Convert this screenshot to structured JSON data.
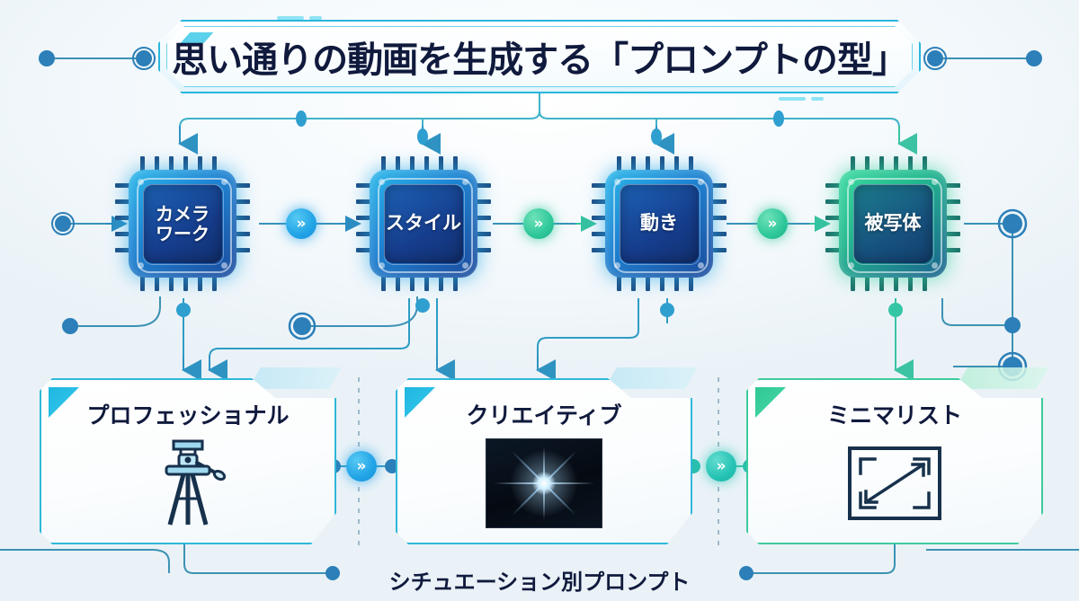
{
  "title": {
    "text": "思い通りの動画を生成する「プロンプトの型」"
  },
  "pipeline": {
    "nodes": [
      {
        "id": "camera-work",
        "label_line1": "カメラ",
        "label_line2": "ワーク",
        "color": "#1f86d4",
        "accent": "blue"
      },
      {
        "id": "style",
        "label_line1": "スタイル",
        "label_line2": "",
        "color": "#1f86d4",
        "accent": "blue"
      },
      {
        "id": "motion",
        "label_line1": "動き",
        "label_line2": "",
        "color": "#1f86d4",
        "accent": "blue"
      },
      {
        "id": "subject",
        "label_line1": "被写体",
        "label_line2": "",
        "color": "#23b98f",
        "accent": "green"
      }
    ],
    "connectors": [
      {
        "id": "conn-1",
        "glyph": "»",
        "color": "#21a3e6",
        "accent": "b"
      },
      {
        "id": "conn-2",
        "glyph": "»",
        "color": "#2ec79a",
        "accent": "g"
      },
      {
        "id": "conn-3",
        "glyph": "»",
        "color": "#2ec79a",
        "accent": "g"
      }
    ]
  },
  "situations": {
    "caption": "シチュエーション別プロンプト",
    "cards": [
      {
        "id": "professional",
        "title": "プロフェッショナル",
        "icon": "tripod-icon",
        "accent": "blue"
      },
      {
        "id": "creative",
        "title": "クリエイティブ",
        "icon": "lens-flare-image",
        "accent": "blue"
      },
      {
        "id": "minimalist",
        "title": "ミニマリスト",
        "icon": "expand-frame-icon",
        "accent": "green"
      }
    ],
    "connectors": [
      {
        "id": "card-conn-1",
        "glyph": "»",
        "color": "#21a3e6",
        "accent": "b"
      },
      {
        "id": "card-conn-2",
        "glyph": "»",
        "color": "#25c3b4",
        "accent": "t"
      }
    ]
  },
  "colors": {
    "background": "#eef5f9",
    "line": "#2f7fa8",
    "line_teal": "#3bb8c9",
    "line_green": "#3ecb9e",
    "accent_blue": "#29b6dd",
    "accent_green": "#2fc795",
    "node_dot": "#2c7fb8",
    "text_dark": "#101a3d"
  }
}
